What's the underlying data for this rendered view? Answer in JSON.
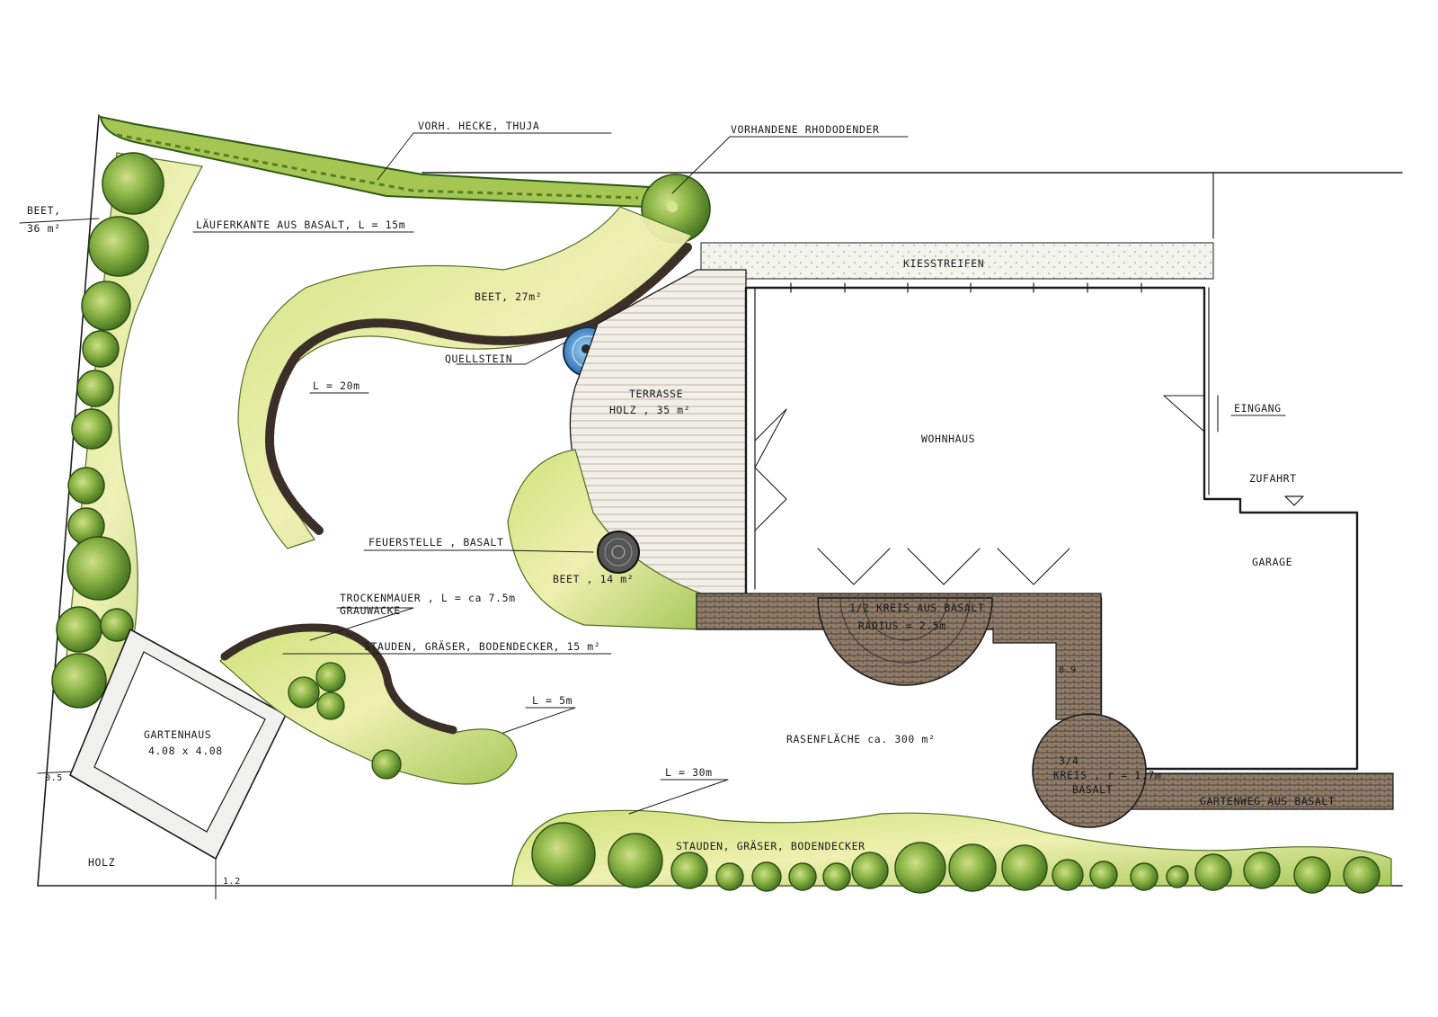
{
  "labels": {
    "hedge": "VORH. HECKE, THUJA",
    "rhodo": "VORHANDENE RHODODENDER",
    "bed36": "BEET,",
    "bed36_area": "36 m²",
    "edging": "LÄUFERKANTE AUS BASALT, L = 15m",
    "bed27": "BEET, 27m²",
    "gravel": "KIESSTREIFEN",
    "spring": "QUELLSTEIN",
    "l20": "L = 20m",
    "terrace": "TERRASSE",
    "terrace_sub": "HOLZ , 35 m²",
    "house": "WOHNHAUS",
    "entrance": "EINGANG",
    "drive": "ZUFAHRT",
    "garage": "GARAGE",
    "fire": "FEUERSTELLE , BASALT",
    "bed14": "BEET , 14 m²",
    "drywall": "TROCKENMAUER , L = ca 7.5m",
    "drywall_sub": "GRAUWACKE",
    "perennial15": "STAUDEN, GRÄSER, BODENDECKER, 15 m²",
    "half_circle": "1/2 KREIS AUS BASALT",
    "radius": "RADIUS = 2.5m",
    "dim09": "0.9",
    "l5": "L = 5m",
    "lawn": "RASENFLÄCHE ca. 300 m²",
    "shed": "GARTENHAUS",
    "shed_size": "4.08 x 4.08",
    "dim05": "0.5",
    "three_quarter": "3/4",
    "circle_r": "KREIS , r = 1.7m",
    "circle_mat": "BASALT",
    "path": "GARTENWEG AUS BASALT",
    "l30": "L = 30m",
    "perennial_bottom": "STAUDEN, GRÄSER, BODENDECKER",
    "wood": "HOLZ",
    "dim12": "1.2"
  },
  "colors": {
    "foliage_dark": "#3f6d1d",
    "foliage_mid": "#7aa53a",
    "foliage_light": "#c4d97a",
    "bed_yellow": "#e6e79a",
    "water": "#2f7fc4",
    "stone": "#4a3f35",
    "paving": "#9a8a78",
    "wood_deck": "#d8cfc4",
    "ink": "#1b1b1b"
  }
}
